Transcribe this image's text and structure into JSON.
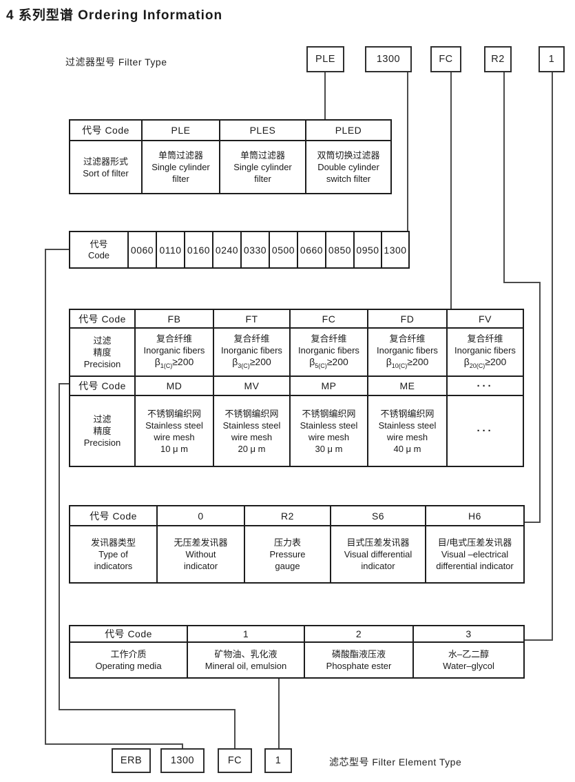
{
  "title": "4 系列型谱 Ordering Information",
  "top": {
    "label": "过滤器型号 Filter Type",
    "boxes": [
      "PLE",
      "1300",
      "FC",
      "R2",
      "1"
    ]
  },
  "bottom": {
    "label": "滤芯型号 Filter Element Type",
    "boxes": [
      "ERB",
      "1300",
      "FC",
      "1"
    ]
  },
  "t1": {
    "header": [
      "代号 Code",
      "PLE",
      "PLES",
      "PLED"
    ],
    "row_label": [
      "过滤器形式",
      "Sort of filter"
    ],
    "cells": [
      [
        "单筒过滤器",
        "Single cylinder",
        "filter"
      ],
      [
        "单筒过滤器",
        "Single cylinder",
        "filter"
      ],
      [
        "双筒切换过滤器",
        "Double cylinder",
        "switch filter"
      ]
    ]
  },
  "t2": {
    "label": [
      "代号",
      "Code"
    ],
    "codes": [
      "0060",
      "0110",
      "0160",
      "0240",
      "0330",
      "0500",
      "0660",
      "0850",
      "0950",
      "1300"
    ]
  },
  "t3": {
    "h1": [
      "代号 Code",
      "FB",
      "FT",
      "FC",
      "FD",
      "FV"
    ],
    "label1": [
      "过滤",
      "精度",
      "Precision"
    ],
    "fiber_cn": "复合纤维",
    "fiber_en": "Inorganic fibers",
    "beta": "β",
    "geq": "≥200",
    "subs": [
      "1(C)",
      "3(C)",
      "5(C)",
      "10(C)",
      "20(C)"
    ],
    "h2": [
      "代号 Code",
      "MD",
      "MV",
      "MP",
      "ME",
      "···"
    ],
    "label2": [
      "过滤",
      "精度",
      "Precision"
    ],
    "mesh_cn": "不锈钢编织网",
    "mesh_en1": "Stainless steel",
    "mesh_en2": "wire mesh",
    "microns": [
      "10 μ m",
      "20 μ m",
      "30 μ m",
      "40 μ m"
    ],
    "dots": "···"
  },
  "t4": {
    "header": [
      "代号 Code",
      "0",
      "R2",
      "S6",
      "H6"
    ],
    "row_label": [
      "发讯器类型",
      "Type of",
      "indicators"
    ],
    "cells": [
      [
        "无压差发讯器",
        "Without",
        "indicator"
      ],
      [
        "压力表",
        "Pressure",
        "gauge"
      ],
      [
        "目式压差发讯器",
        "Visual differential",
        "indicator"
      ],
      [
        "目/电式压差发讯器",
        "Visual –electrical",
        "differential indicator"
      ]
    ]
  },
  "t5": {
    "header": [
      "代号 Code",
      "1",
      "2",
      "3"
    ],
    "row_label": [
      "工作介质",
      "Operating media"
    ],
    "cells": [
      [
        "矿物油、乳化液",
        "Mineral oil, emulsion"
      ],
      [
        "磷酸酯液压液",
        "Phosphate ester"
      ],
      [
        "水–乙二醇",
        "Water–glycol"
      ]
    ]
  }
}
